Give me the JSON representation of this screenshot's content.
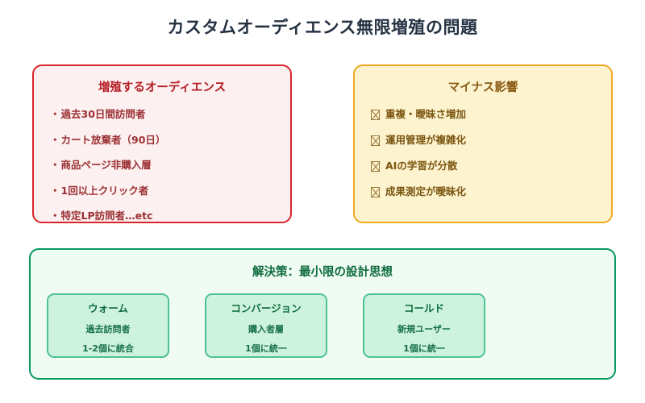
{
  "page": {
    "title": "カスタムオーディエンス無限増殖の問題",
    "background_color": "#ffffff",
    "title_color": "#253243"
  },
  "problem_panel": {
    "heading": "増殖するオーディエンス",
    "border_color": "#d8262b",
    "background_color": "#fdf0f0",
    "heading_color": "#b41c22",
    "text_color": "#9b2f33",
    "bullet_glyph": "・",
    "items": [
      "過去30日間訪問者",
      "カート放棄者（90日）",
      "商品ページ非購入層",
      "1回以上クリック者",
      "特定LP訪問者…etc"
    ]
  },
  "impact_panel": {
    "heading": "マイナス影響",
    "border_color": "#f0a81e",
    "background_color": "#fdf3cf",
    "heading_color": "#8a5a12",
    "text_color": "#7a5510",
    "marker_icon": "missing-glyph-box-icon",
    "items": [
      "重複・曖昧さ増加",
      "運用管理が複雑化",
      "AIの学習が分散",
      "成果測定が曖昧化"
    ]
  },
  "solution_panel": {
    "heading": "解決策：最小限の設計思想",
    "border_color": "#069a61",
    "background_color": "#f0fbf4",
    "heading_color": "#0d6b3d",
    "card_border_color": "#4dc295",
    "card_background_color": "#cdf2de",
    "cards": [
      {
        "title": "ウォーム",
        "audience": "過去訪問者",
        "consolidation": "1-2個に統合"
      },
      {
        "title": "コンバージョン",
        "audience": "購入者層",
        "consolidation": "1個に統一"
      },
      {
        "title": "コールド",
        "audience": "新規ユーザー",
        "consolidation": "1個に統一"
      }
    ]
  }
}
